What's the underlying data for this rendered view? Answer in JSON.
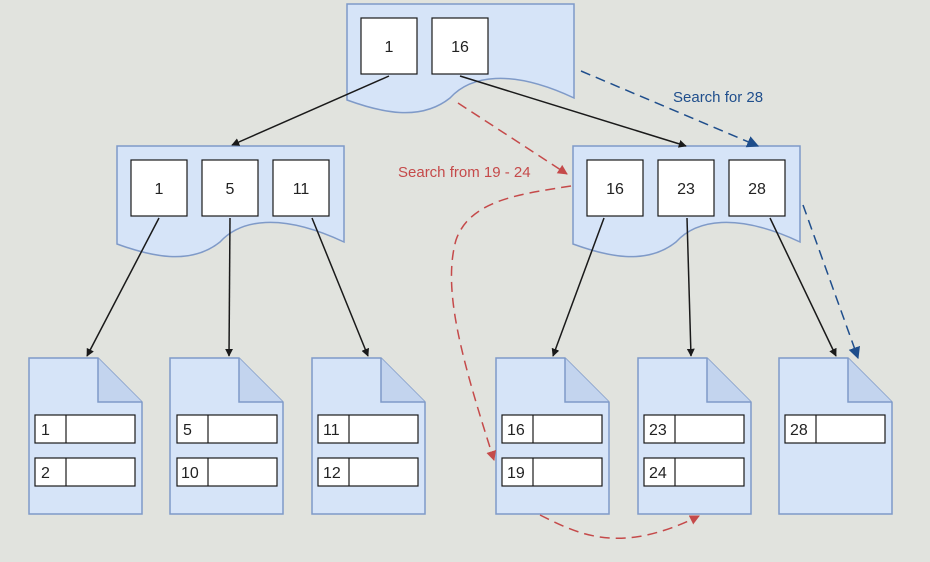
{
  "colors": {
    "background": "#e1e3de",
    "node_fill": "#d6e4f8",
    "node_stroke": "#7f9ac8",
    "key_fill": "#ffffff",
    "key_stroke": "#1a1a1a",
    "tree_arrow": "#1a1a1a",
    "range_search": "#c54a4a",
    "point_search": "#1f4e8c"
  },
  "root": {
    "keys": [
      "1",
      "16"
    ]
  },
  "left_internal": {
    "keys": [
      "1",
      "5",
      "11"
    ]
  },
  "right_internal": {
    "keys": [
      "16",
      "23",
      "28"
    ]
  },
  "leaves": [
    {
      "rows": [
        "1",
        "2"
      ]
    },
    {
      "rows": [
        "5",
        "10"
      ]
    },
    {
      "rows": [
        "11",
        "12"
      ]
    },
    {
      "rows": [
        "16",
        "19"
      ]
    },
    {
      "rows": [
        "23",
        "24"
      ]
    },
    {
      "rows": [
        "28"
      ]
    }
  ],
  "annotations": {
    "range_search": "Search from 19 - 24",
    "point_search": "Search for 28"
  }
}
